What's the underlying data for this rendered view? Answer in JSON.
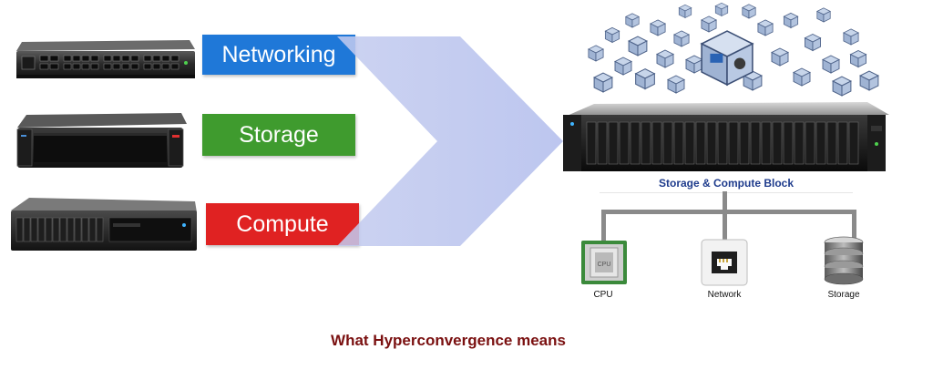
{
  "left": {
    "networking_label": "Networking",
    "storage_label": "Storage",
    "compute_label": "Compute",
    "colors": {
      "networking": "#1f78d8",
      "storage": "#3f9b2e",
      "compute": "#e02222",
      "chevron": "#c9d0ee"
    }
  },
  "right": {
    "block_label": "Storage & Compute Block",
    "resources": {
      "cpu": "CPU",
      "network": "Network",
      "storage": "Storage"
    },
    "vm_icon_name": "virtualbox-vm-icon"
  },
  "caption": "What Hyperconvergence means"
}
